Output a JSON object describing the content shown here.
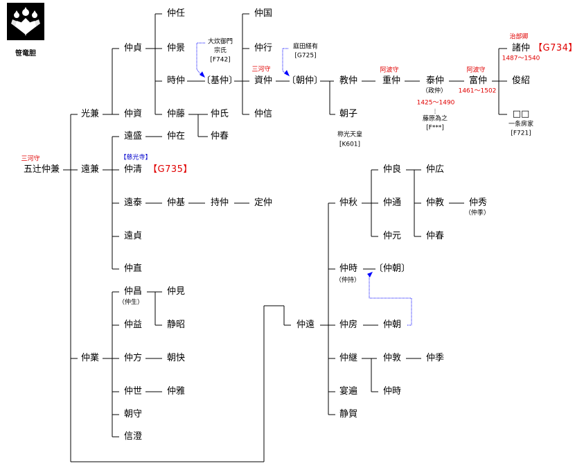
{
  "crest": {
    "icon": "sasarindo-crest-icon",
    "label": "笹竜胆"
  },
  "colors": {
    "title": "#e00000",
    "temple": "#0000cc",
    "ref": "#e00000",
    "adoption_arrow": "#0000ff"
  },
  "people": {
    "p_nakakane": "五辻仲兼",
    "p_mitsukane": "光兼",
    "p_tokane": "遠兼",
    "p_nakagyo": "仲業",
    "p_nakasada": "仲貞",
    "p_nakashi": "仲資",
    "p_tomori": "遠盛",
    "p_nakanin": "仲任",
    "p_nakakage": "仲景",
    "p_tokinaka": "時仲",
    "p_nakafuji": "仲藤",
    "p_nakaari": "仲在",
    "p_motonaka": "〔基仲〕",
    "p_nakauji": "仲氏",
    "p_nakaharu1": "仲春",
    "p_nakakuni": "仲国",
    "p_nakayuki": "仲行",
    "p_sukenaka": "資仲",
    "p_nakanobu": "仲信",
    "p_asanaka": "〔朝仲〕",
    "p_noritaka": "教仲",
    "p_asako": "朝子",
    "p_shigenaka": "重仲",
    "p_yasunaka": "泰仲",
    "p_tominaka": "富仲",
    "p_moronaka": "諸仲",
    "p_shunsho": "俊紹",
    "p_unknown": "□□",
    "p_nakakiyo": "仲清",
    "p_toyasu": "遠泰",
    "p_nakamoto": "仲基",
    "p_mochinaka": "持仲",
    "p_sadanaka": "定仲",
    "p_tosada": "遠貞",
    "p_nakanao": "仲直",
    "p_nakamasa": "仲昌",
    "p_nakami": "仲見",
    "p_seisho": "静昭",
    "p_nakamasu": "仲益",
    "p_nakakata": "仲方",
    "p_choukai": "朝快",
    "p_nakayo": "仲世",
    "p_nakaga": "仲雅",
    "p_tomomori": "朝守",
    "p_shincho": "信澄",
    "p_nakato": "仲遠",
    "p_nakaaki": "仲秋",
    "p_nakayoshi": "仲良",
    "p_nakahiro": "仲広",
    "p_nakamichi": "仲通",
    "p_nakanori": "仲教",
    "p_nakahide": "仲秀",
    "p_nakamoto2": "仲元",
    "p_nakaharu2": "仲春",
    "p_nakatoki1": "仲時",
    "p_nakatomo_b": "〔仲朝〕",
    "p_nakafusa": "仲房",
    "p_nakatomo": "仲朝",
    "p_nakatsugu": "仲継",
    "p_nakaatsu": "仲敦",
    "p_nakasue": "仲季",
    "p_yanhen": "宴遍",
    "p_seiga": "静賀",
    "p_nakatoki2": "仲時"
  },
  "notes": {
    "t_nakakane": "三河守",
    "t_sukenaka": "三河守",
    "t_shigenaka": "阿波守",
    "t_tominaka": "阿波守",
    "t_moronaka": "治部卿",
    "d_yasunaka": "1425～1490",
    "d_tominaka": "1461～1502",
    "d_moronaka": "1487～1540",
    "temple_nakakiyo": "【慈光寺】",
    "ref_nakakiyo": "【G735】",
    "ref_moronaka": "【G734】",
    "alt_yasunaka": "（政仲）",
    "alt_nakamasa": "（仲生）",
    "alt_nakahide": "（仲季）",
    "alt_nakatoki": "（仲持）",
    "origin_motonaka_1": "大炊御門",
    "origin_motonaka_2": "宗氏",
    "origin_motonaka_3": "[F742]",
    "origin_asanaka_1": "庭田経有",
    "origin_asanaka_2": "[G725]",
    "spouse_asako_1": "称光天皇",
    "spouse_asako_2": "[K601]",
    "father_yasunaka_1": "藤原為之",
    "father_yasunaka_2": "[F***]",
    "adopt_unknown_1": "一条房家",
    "adopt_unknown_2": "[F721]"
  }
}
